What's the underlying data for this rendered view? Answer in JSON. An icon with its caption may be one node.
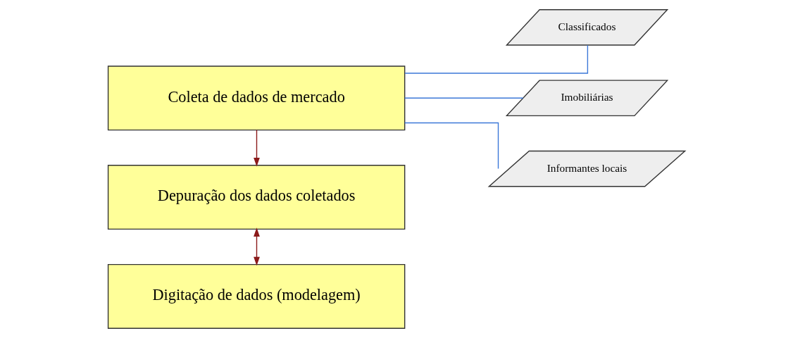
{
  "diagram": {
    "nodes": [
      {
        "text": [
          "Coleta de dados de mercado"
        ]
      },
      {
        "text": [
          "Depuração dos dados coletados"
        ]
      },
      {
        "text": [
          "Digitação de dados (modelagem)"
        ]
      },
      {
        "text": [
          "Classificados"
        ]
      },
      {
        "text": [
          "Imobiliárias"
        ]
      },
      {
        "text": [
          "Informantes locais"
        ]
      }
    ],
    "edges": [
      {
        "from": 0,
        "to": 1,
        "arrow": "to",
        "color": "#8b1a1a"
      },
      {
        "from": 1,
        "to": 2,
        "arrow": "both",
        "color": "#8b1a1a"
      },
      {
        "from": 0,
        "to": 3,
        "arrow": "none"
      },
      {
        "from": 0,
        "to": 4,
        "arrow": "none"
      },
      {
        "from": 0,
        "to": 5,
        "arrow": "none"
      }
    ]
  }
}
